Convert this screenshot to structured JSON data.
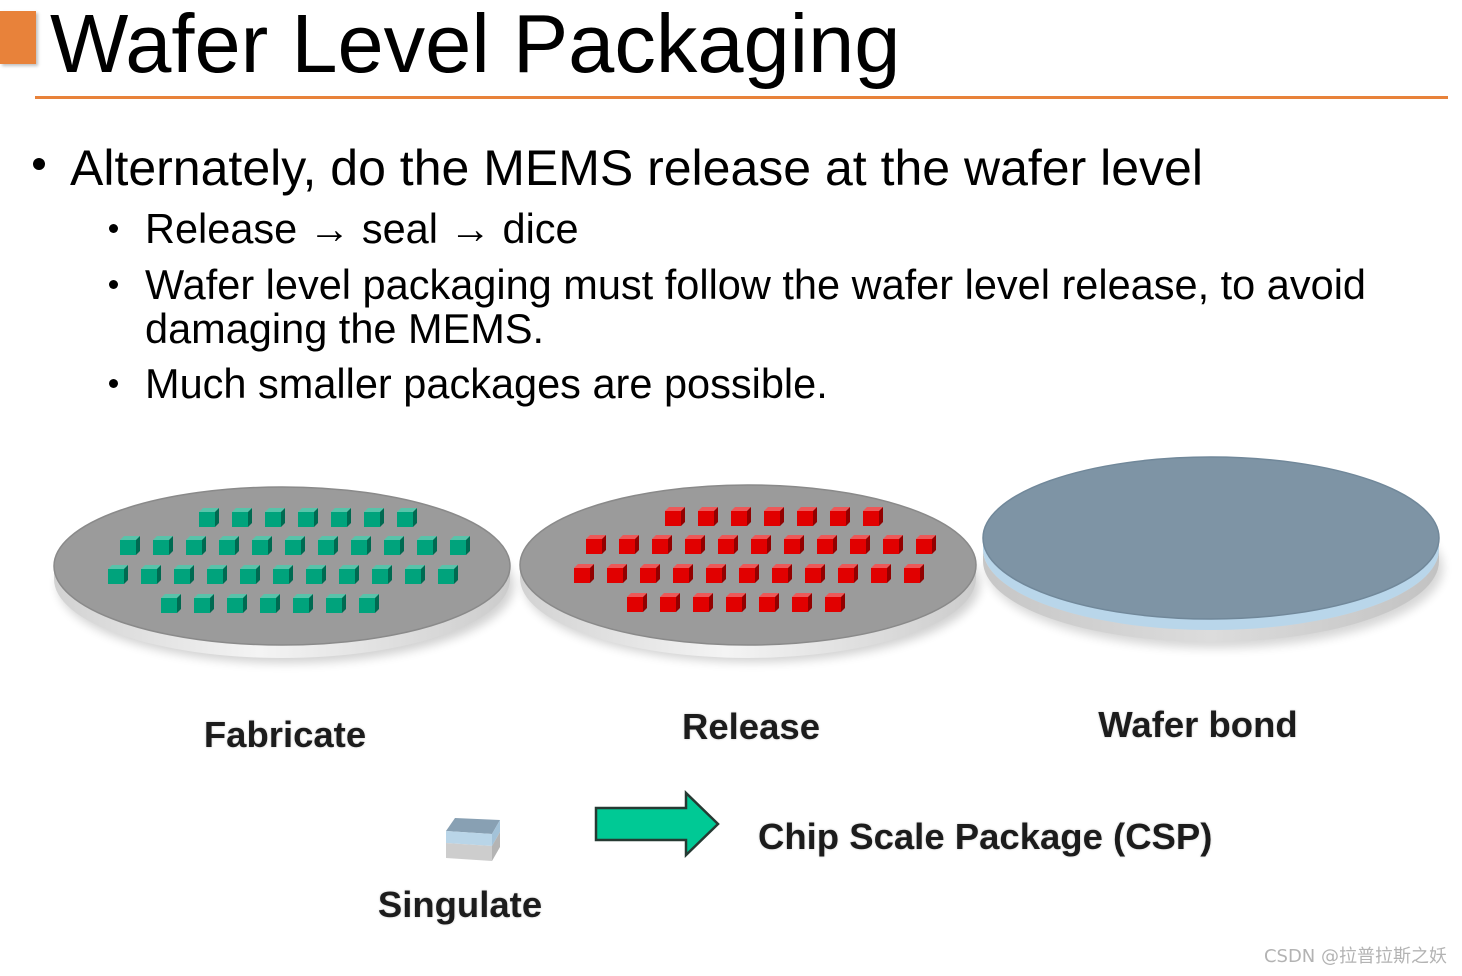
{
  "slide": {
    "title": "Wafer Level Packaging",
    "accent_color": "#E8823A",
    "bullets": [
      {
        "text": "Alternately, do the MEMS release at the wafer level",
        "sub_bullets": [
          "Release → seal → dice",
          "Wafer level packaging must follow the wafer level release, to avoid damaging the MEMS.",
          "Much smaller packages are possible."
        ]
      }
    ]
  },
  "diagram": {
    "steps": [
      {
        "label": "Fabricate",
        "surface_color": "#9b9b9b",
        "die_color": "#00a37c",
        "dies_per_row": [
          7,
          11,
          11,
          7
        ]
      },
      {
        "label": "Release",
        "surface_color": "#9b9b9b",
        "die_color": "#e10000",
        "dies_per_row": [
          7,
          11,
          11,
          7
        ]
      },
      {
        "label": "Wafer bond",
        "surface_color": "#7e94a5",
        "bond_layer_color": "#b9d6ea"
      }
    ],
    "singulate": {
      "label": "Singulate",
      "icon": "chip-icon"
    },
    "arrow": {
      "icon": "right-arrow-icon",
      "color": "#00c995"
    },
    "result": {
      "label": "Chip Scale Package (CSP)"
    }
  },
  "watermark": "CSDN @拉普拉斯之妖"
}
